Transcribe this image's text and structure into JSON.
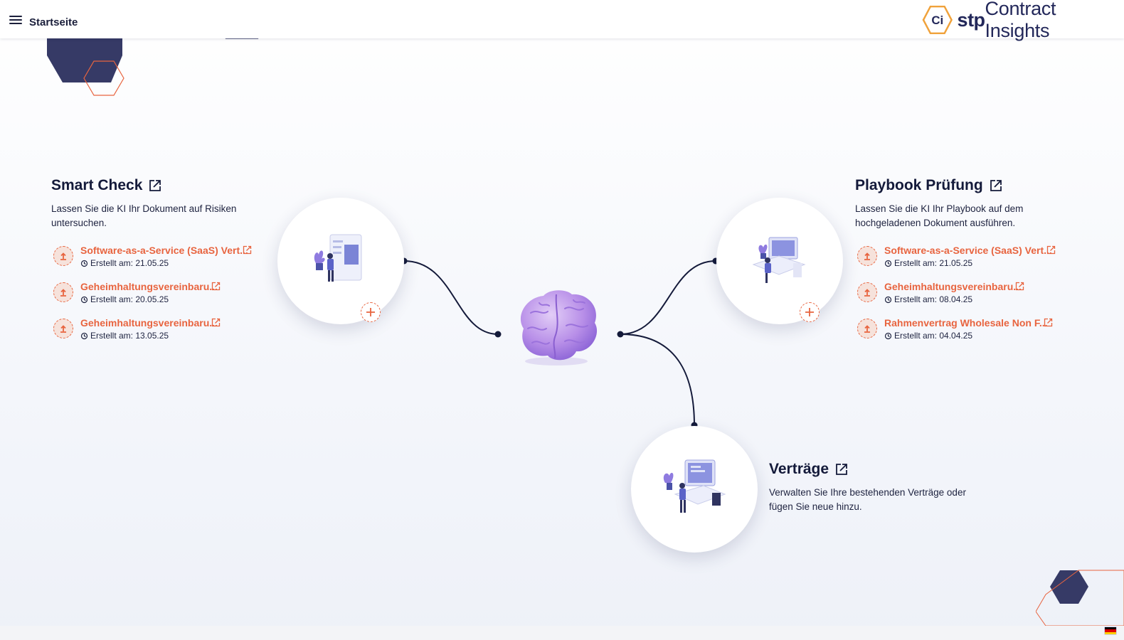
{
  "header": {
    "title": "Startseite",
    "logo_mark": "Ci",
    "logo_stp": "stp",
    "logo_name": "Contract Insights"
  },
  "colors": {
    "accent": "#e8643f",
    "navy": "#2f3360",
    "text": "#141a3a"
  },
  "smart_check": {
    "title": "Smart Check",
    "description": "Lassen Sie die KI Ihr Dokument auf Risiken untersuchen.",
    "items": [
      {
        "name": "Software-as-a-Service (SaaS) Vert...",
        "date": "Erstellt am: 21.05.25"
      },
      {
        "name": "Geheimhaltungsvereinbaru...",
        "date": "Erstellt am: 20.05.25"
      },
      {
        "name": "Geheimhaltungsvereinbaru...",
        "date": "Erstellt am: 13.05.25"
      }
    ]
  },
  "playbook": {
    "title": "Playbook Prüfung",
    "description": "Lassen Sie die KI Ihr Playbook auf dem hochgeladenen Dokument ausführen.",
    "items": [
      {
        "name": "Software-as-a-Service (SaaS) Vert...",
        "date": "Erstellt am: 21.05.25"
      },
      {
        "name": "Geheimhaltungsvereinbaru...",
        "date": "Erstellt am: 08.04.25"
      },
      {
        "name": "Rahmenvertrag Wholesale Non F...",
        "date": "Erstellt am: 04.04.25"
      }
    ]
  },
  "contracts": {
    "title": "Verträge",
    "description": "Verwalten Sie Ihre bestehenden Verträge oder fügen Sie neue hinzu."
  },
  "language": "de"
}
